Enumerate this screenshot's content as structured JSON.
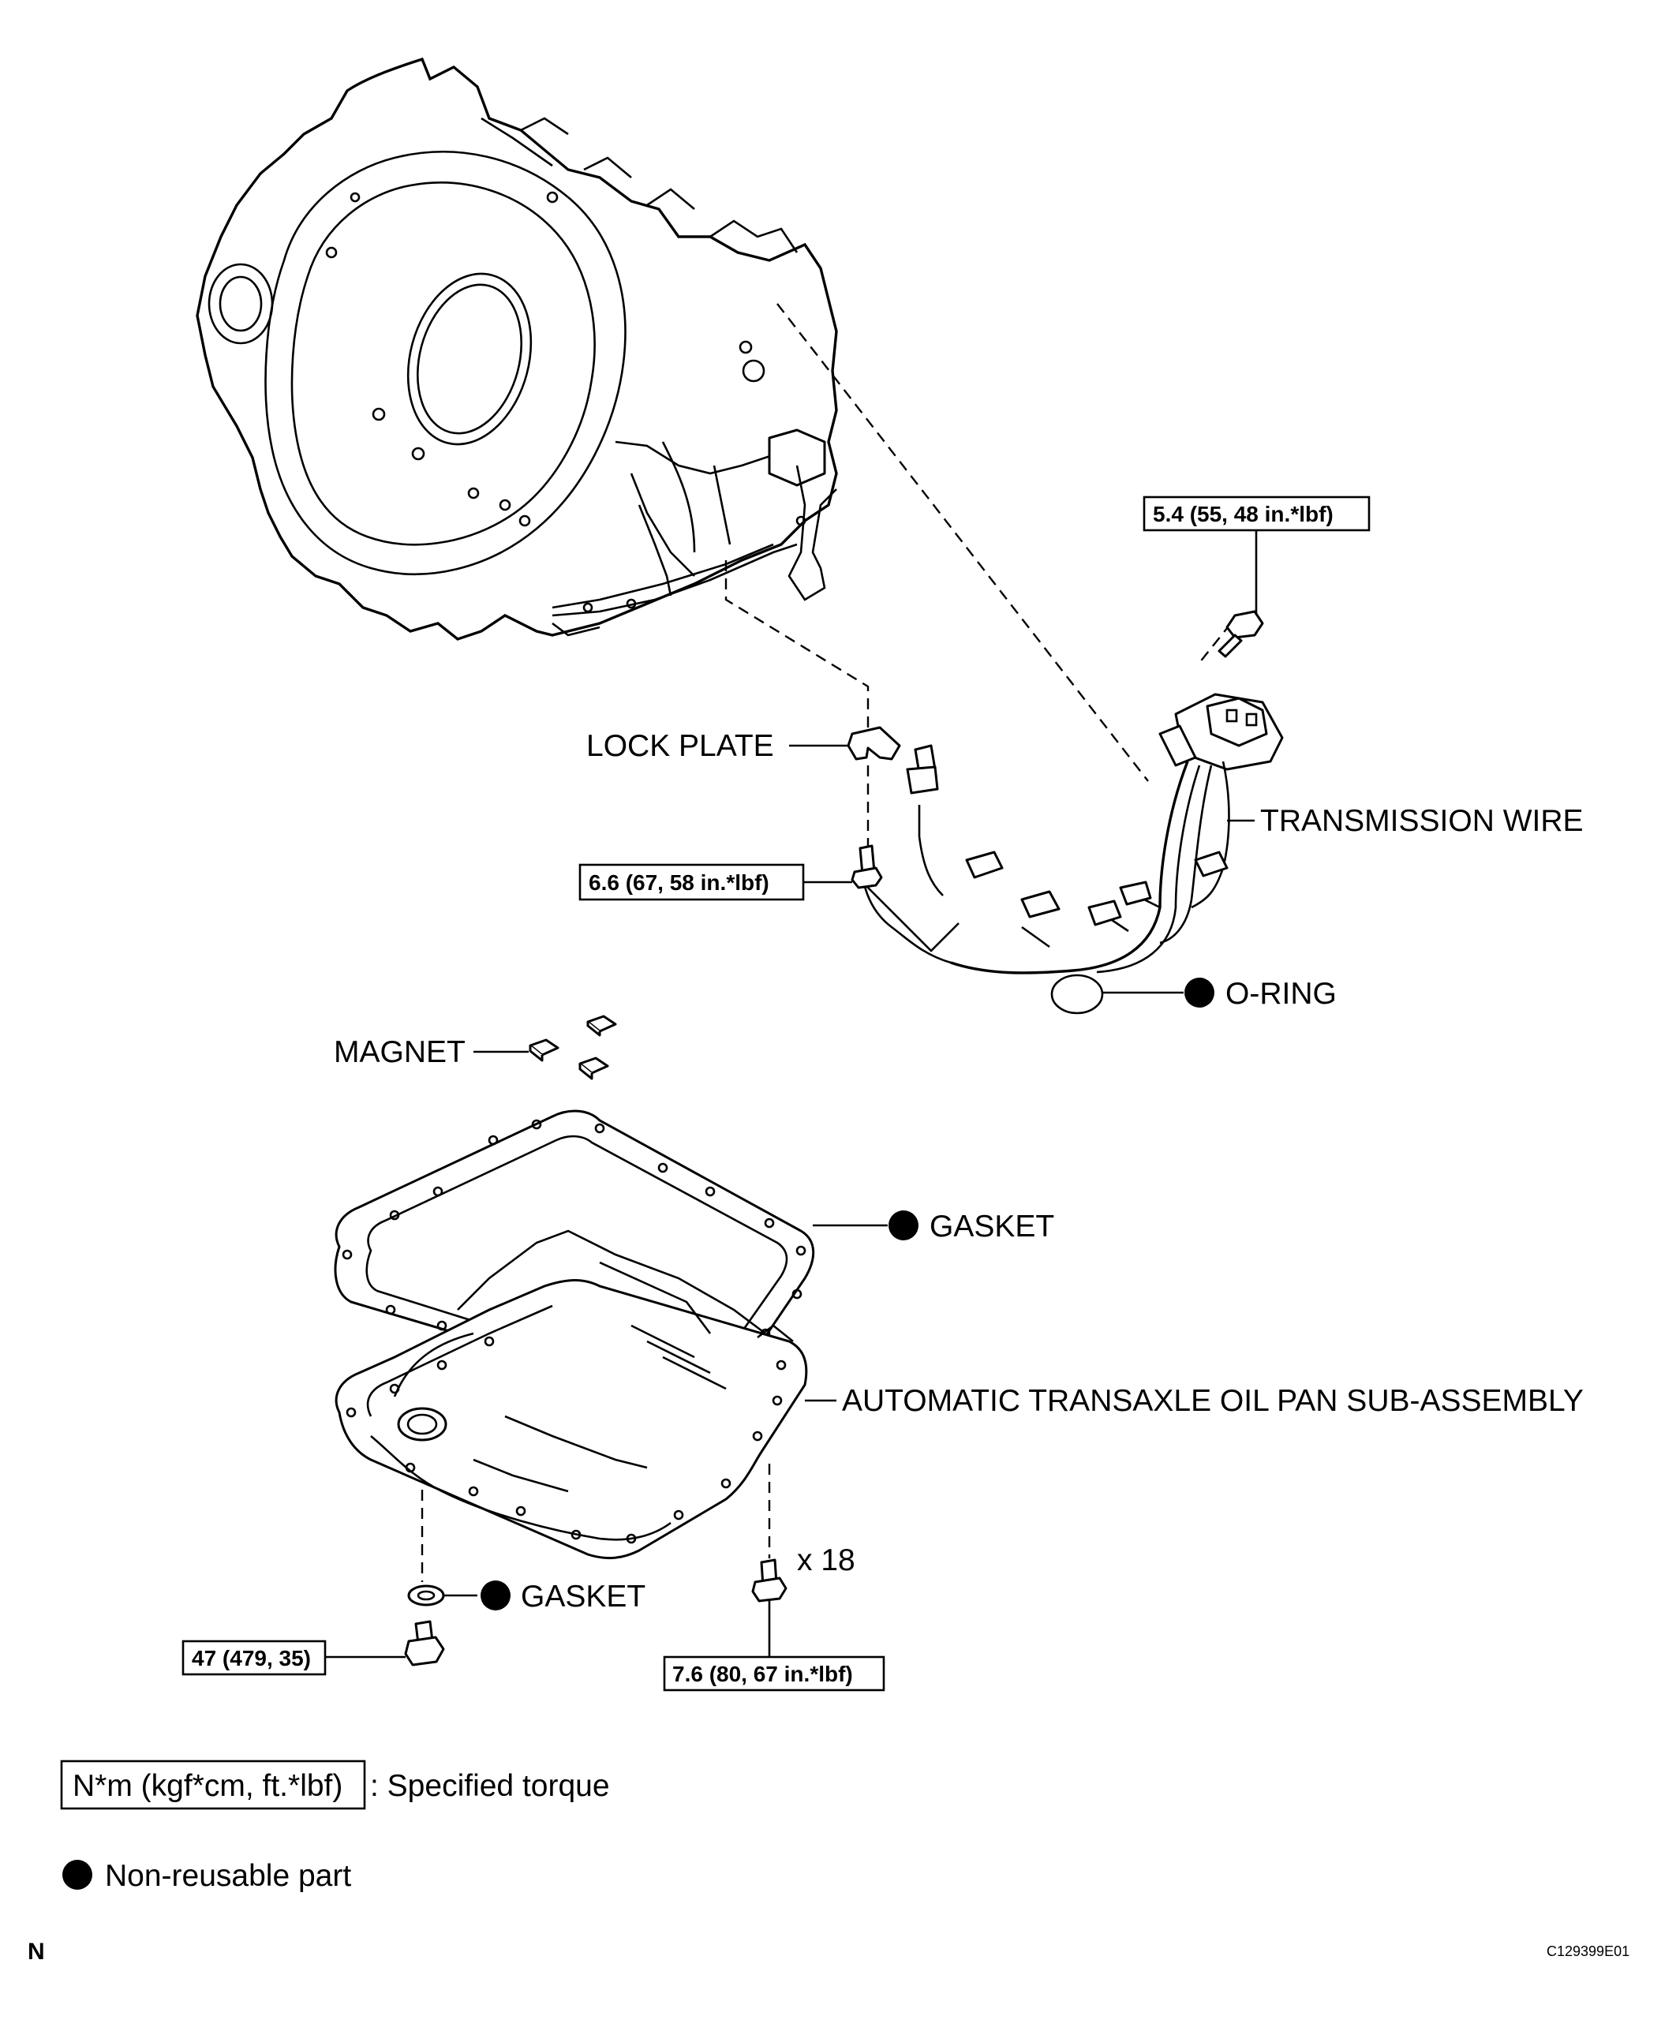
{
  "labels": {
    "lock_plate": "LOCK PLATE",
    "transmission_wire": "TRANSMISSION WIRE",
    "o_ring": "O-RING",
    "magnet": "MAGNET",
    "gasket_upper": "GASKET",
    "oil_pan": "AUTOMATIC TRANSAXLE OIL PAN SUB-ASSEMBLY",
    "gasket_lower": "GASKET",
    "qty": "x 18"
  },
  "torques": {
    "wire_bolt": "5.4 (55, 48 in.*lbf)",
    "lock_plate_bolt": "6.6 (67, 58 in.*lbf)",
    "drain_plug": "47 (479, 35)",
    "pan_bolt": "7.6 (80, 67 in.*lbf)"
  },
  "legend": {
    "torque_unit": "N*m (kgf*cm, ft.*lbf)",
    "torque_desc": ": Specified torque",
    "nonreusable_desc": "Non-reusable part"
  },
  "footer": {
    "left_mark": "N",
    "figure_code": "C129399E01"
  }
}
